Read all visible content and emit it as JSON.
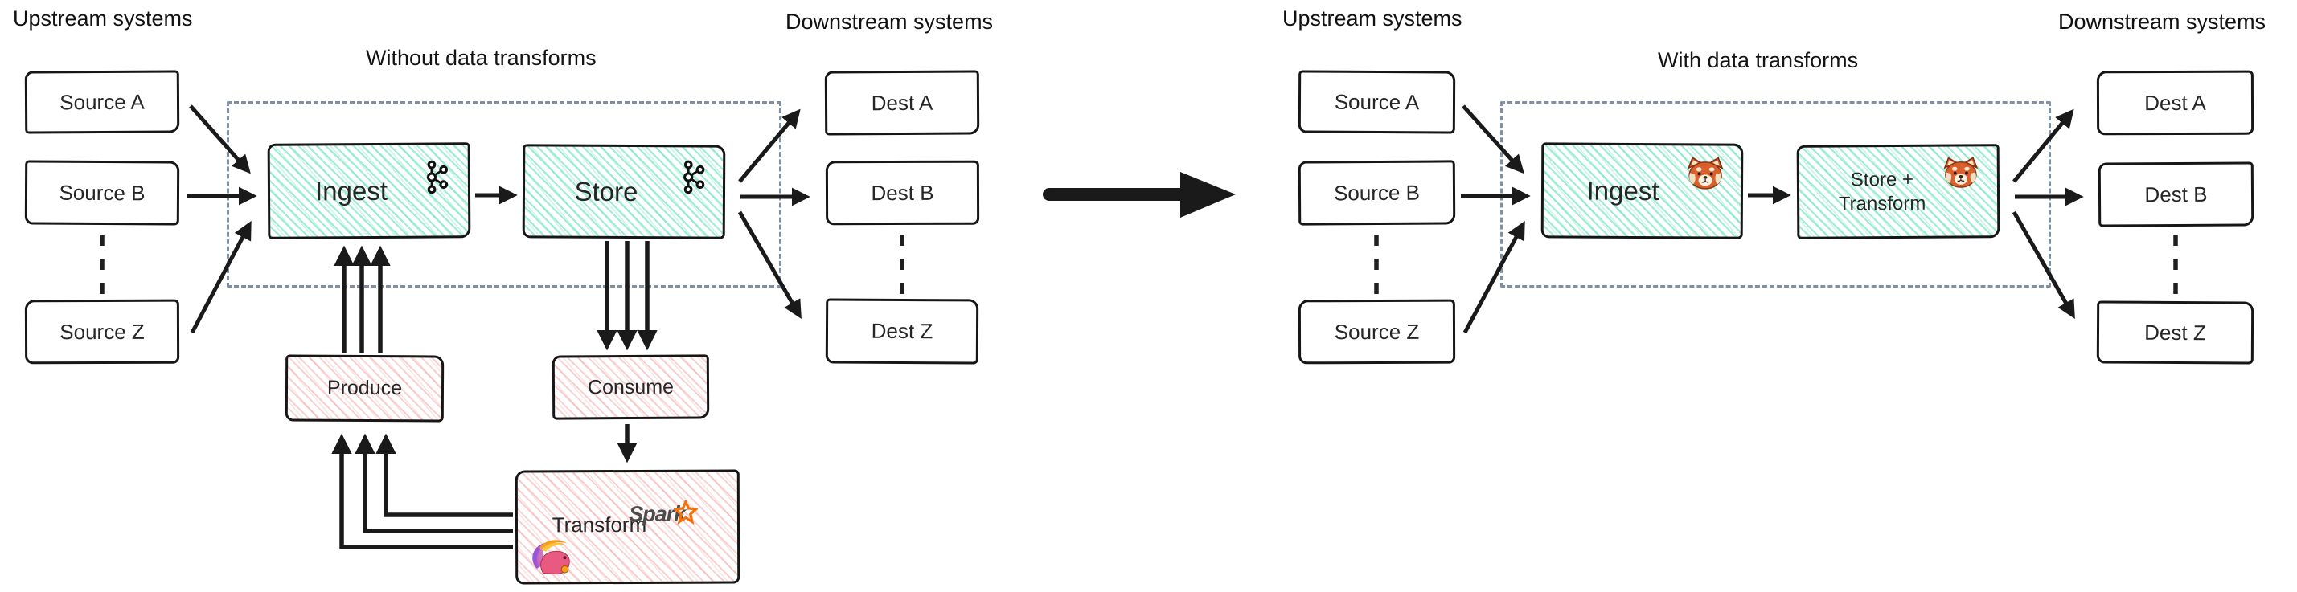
{
  "diagram": {
    "left": {
      "upstream_header": "Upstream systems",
      "downstream_header": "Downstream systems",
      "title": "Without data transforms",
      "sources": [
        "Source A",
        "Source B",
        "Source Z"
      ],
      "dests": [
        "Dest A",
        "Dest B",
        "Dest Z"
      ],
      "ingest_label": "Ingest",
      "store_label": "Store",
      "produce_label": "Produce",
      "consume_label": "Consume",
      "transform_label": "Transform",
      "spark_label": "Spark",
      "icons": {
        "ingest": "kafka-icon",
        "store": "kafka-icon",
        "transform_left": "flink-squirrel-icon",
        "transform_right": "spark-logo"
      }
    },
    "right": {
      "upstream_header": "Upstream systems",
      "downstream_header": "Downstream systems",
      "title": "With data transforms",
      "sources": [
        "Source A",
        "Source B",
        "Source Z"
      ],
      "dests": [
        "Dest A",
        "Dest B",
        "Dest Z"
      ],
      "ingest_label": "Ingest",
      "store_transform_line1": "Store +",
      "store_transform_line2": "Transform",
      "icons": {
        "ingest": "redpanda-icon",
        "store_transform": "redpanda-icon"
      }
    },
    "colors": {
      "hatch_green": "#50e0af",
      "hatch_pink": "#f08080",
      "dashed_zone_border": "#8090a4",
      "ink": "#1a1a1a"
    }
  }
}
